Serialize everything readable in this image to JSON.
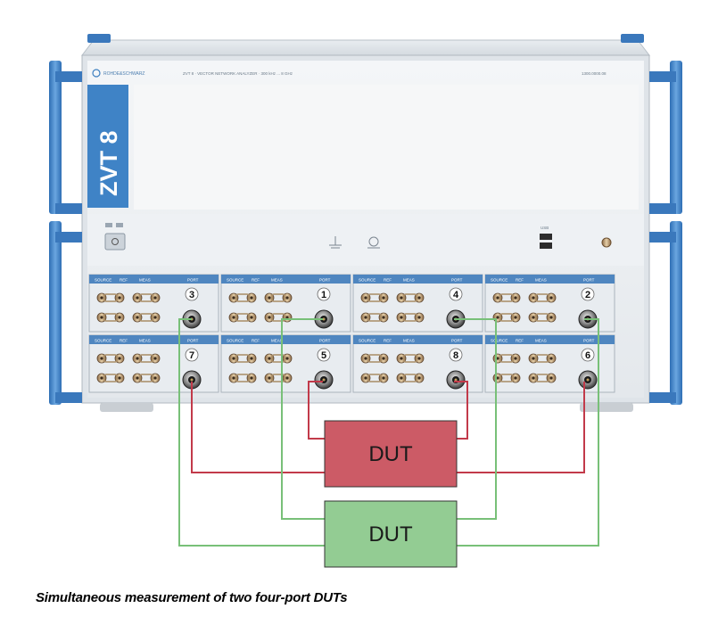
{
  "instrument": {
    "brand": "ROHDE&SCHWARZ",
    "model_line": "ZVT 8 · VECTOR NETWORK ANALYZER · 300 kHz ... 8 GHz",
    "serial": "1300.0000.08",
    "side_logo": "ZVT 8",
    "usb_label": "USB",
    "module_headers": [
      "SOURCE",
      "REF",
      "MEAS",
      "PORT"
    ],
    "ports_top": [
      "3",
      "1",
      "4",
      "2"
    ],
    "ports_bottom": [
      "7",
      "5",
      "8",
      "6"
    ]
  },
  "duts": [
    {
      "label": "DUT",
      "color": "#cc5b66"
    },
    {
      "label": "DUT",
      "color": "#93cc93"
    }
  ],
  "colors": {
    "red_cable": "#c23a4a",
    "green_cable": "#78c078",
    "frame_blue": "#3d7fc0"
  },
  "caption": "Simultaneous measurement of two four-port DUTs"
}
